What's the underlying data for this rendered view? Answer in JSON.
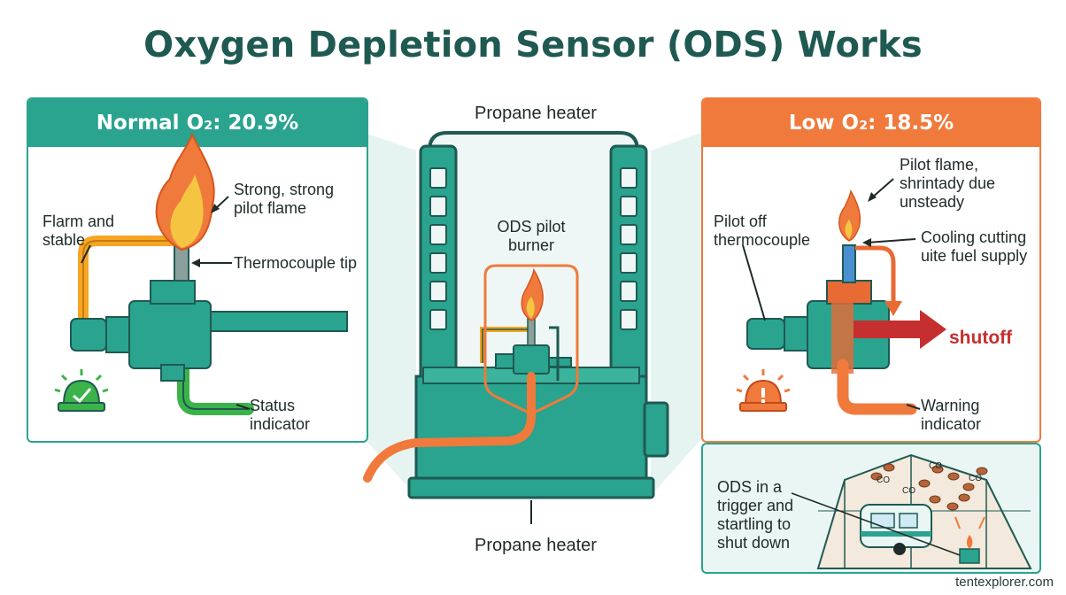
{
  "title": "Oxygen Depletion Sensor (ODS) Works",
  "left_panel": {
    "header": "Normal O₂: 20.9%",
    "labels": {
      "flame": "Strong, strong pilot flame",
      "flame_and_stable": "Flarm and stable",
      "thermocouple_tip": "Thermocouple tip",
      "status_indicator": "Status indicator"
    }
  },
  "center": {
    "heater_top_label": "Propane heater",
    "ods_label": "ODS pilot burner",
    "heater_bottom_label": "Propane heater"
  },
  "right_panel": {
    "header": "Low O₂: 18.5%",
    "labels": {
      "pilot_flame": "Pilot flame, shrintady due unsteady",
      "pilot_off": "Pilot off thermocouple",
      "cooling": "Cooling cutting uite fuel supply",
      "shutoff": "shutoff",
      "warning_indicator": "Warning indicator"
    }
  },
  "tent_panel": {
    "label": "ODS in a trigger and startling to shut down",
    "co_labels": [
      "CO",
      "CO",
      "CO",
      "CO"
    ]
  },
  "footer": "tentexplorer.com",
  "colors": {
    "teal": "#2aa38f",
    "dark_teal": "#1f5a52",
    "orange": "#f07a3c",
    "red": "#c62f2f",
    "flame": "#f5a623",
    "green": "#3bb34a"
  }
}
